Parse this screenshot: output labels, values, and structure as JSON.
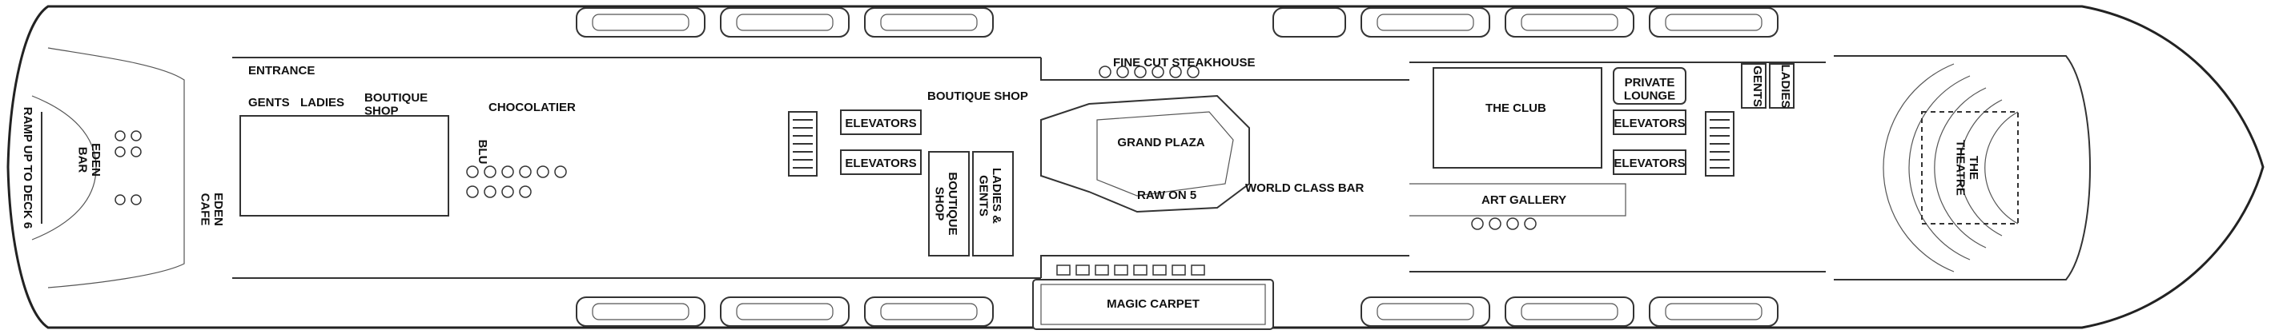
{
  "deck_plan": {
    "labels": {
      "entrance": "ENTRANCE",
      "gents_aft": "GENTS",
      "ladies_aft": "LADIES",
      "boutique_shop_aft": "BOUTIQUE\nSHOP",
      "chocolatier": "CHOCOLATIER",
      "eden_bar": "EDEN\nBAR",
      "eden_cafe": "EDEN\nCAFE",
      "blu": "BLU",
      "ramp": "RAMP UP TO DECK 6",
      "boutique_shop_mid": "BOUTIQUE SHOP",
      "elevators_1": "ELEVATORS",
      "elevators_2": "ELEVATORS",
      "boutique_shop_vertical": "BOUTIQUE\nSHOP",
      "ladies_gents": "LADIES &\nGENTS",
      "fine_cut": "FINE CUT STEAKHOUSE",
      "grand_plaza": "GRAND PLAZA",
      "raw_on_5": "RAW ON 5",
      "world_class_bar": "WORLD CLASS BAR",
      "magic_carpet": "MAGIC CARPET",
      "the_club": "THE CLUB",
      "art_gallery": "ART GALLERY",
      "private_lounge": "PRIVATE\nLOUNGE",
      "elevators_3": "ELEVATORS",
      "elevators_4": "ELEVATORS",
      "gents_fwd": "GENTS",
      "ladies_fwd": "LADIES",
      "the_theatre": "THE\nTHEATRE"
    }
  }
}
